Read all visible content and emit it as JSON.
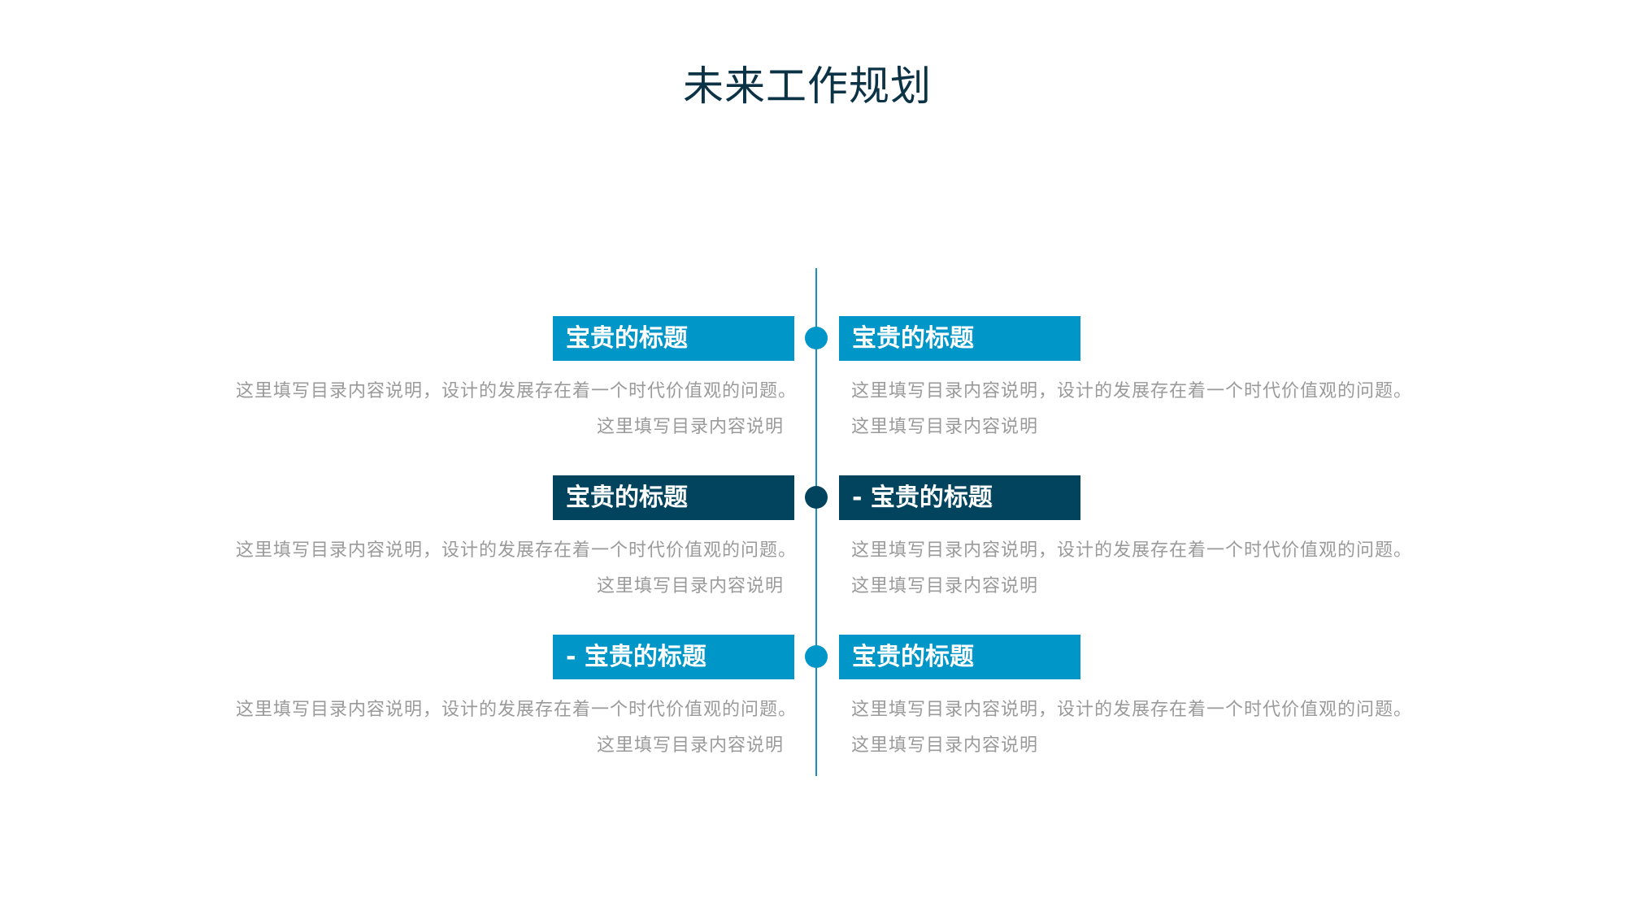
{
  "slide": {
    "title": "未来工作规划"
  },
  "colors": {
    "accent_light": "#0096c7",
    "accent_dark": "#02435d",
    "title_color": "#0b3245",
    "desc_color": "#9a9a9a",
    "line_color": "#1a8fbf"
  },
  "items": [
    {
      "side": "left",
      "style": "light",
      "title": "宝贵的标题",
      "desc_line1": "这里填写目录内容说明，设计的发展存在着一个时代价值观的问题。",
      "desc_line2": "这里填写目录内容说明"
    },
    {
      "side": "right",
      "style": "light",
      "title": "宝贵的标题",
      "desc_line1": "这里填写目录内容说明，设计的发展存在着一个时代价值观的问题。",
      "desc_line2": "这里填写目录内容说明"
    },
    {
      "side": "left",
      "style": "dark",
      "title": "宝贵的标题",
      "desc_line1": "这里填写目录内容说明，设计的发展存在着一个时代价值观的问题。",
      "desc_line2": "这里填写目录内容说明"
    },
    {
      "side": "right",
      "style": "dark",
      "title": "- 宝贵的标题",
      "desc_line1": "这里填写目录内容说明，设计的发展存在着一个时代价值观的问题。",
      "desc_line2": "这里填写目录内容说明"
    },
    {
      "side": "left",
      "style": "light",
      "title": "- 宝贵的标题",
      "desc_line1": "这里填写目录内容说明，设计的发展存在着一个时代价值观的问题。",
      "desc_line2": "这里填写目录内容说明"
    },
    {
      "side": "right",
      "style": "light",
      "title": "宝贵的标题",
      "desc_line1": "这里填写目录内容说明，设计的发展存在着一个时代价值观的问题。",
      "desc_line2": "这里填写目录内容说明"
    }
  ],
  "timeline_dots": [
    {
      "style": "light"
    },
    {
      "style": "dark"
    },
    {
      "style": "light"
    }
  ]
}
